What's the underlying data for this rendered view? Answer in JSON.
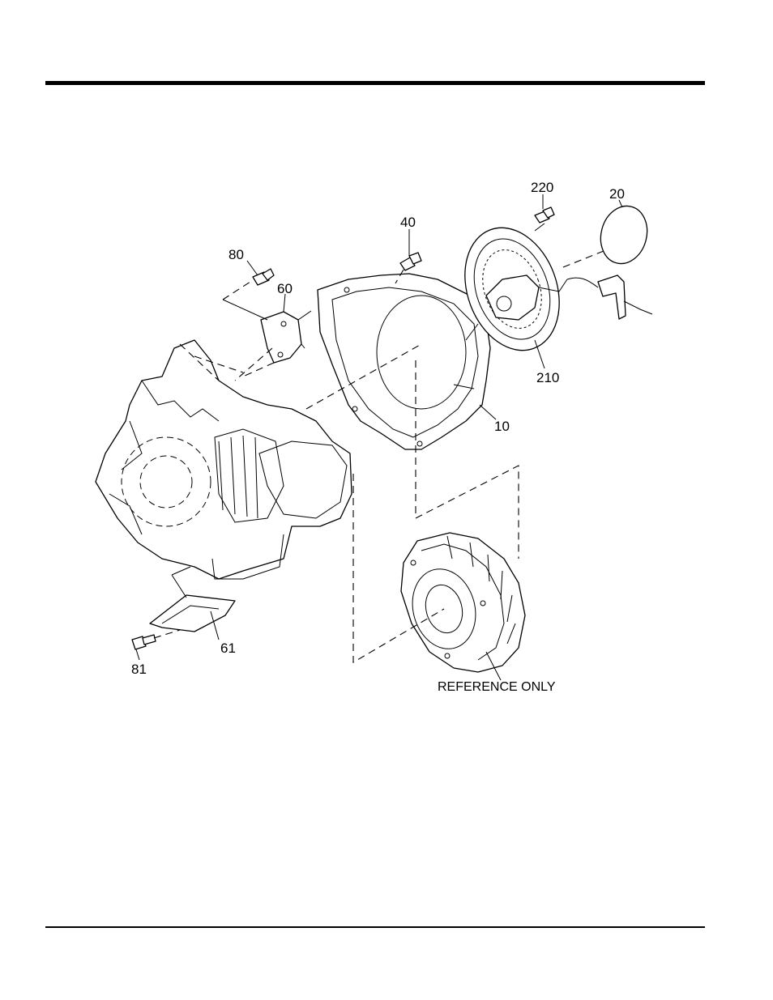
{
  "callouts": {
    "c220": "220",
    "c20": "20",
    "c40": "40",
    "c80": "80",
    "c60": "60",
    "c210": "210",
    "c10": "10",
    "c61": "61",
    "c81": "81",
    "reference": "REFERENCE ONLY"
  }
}
